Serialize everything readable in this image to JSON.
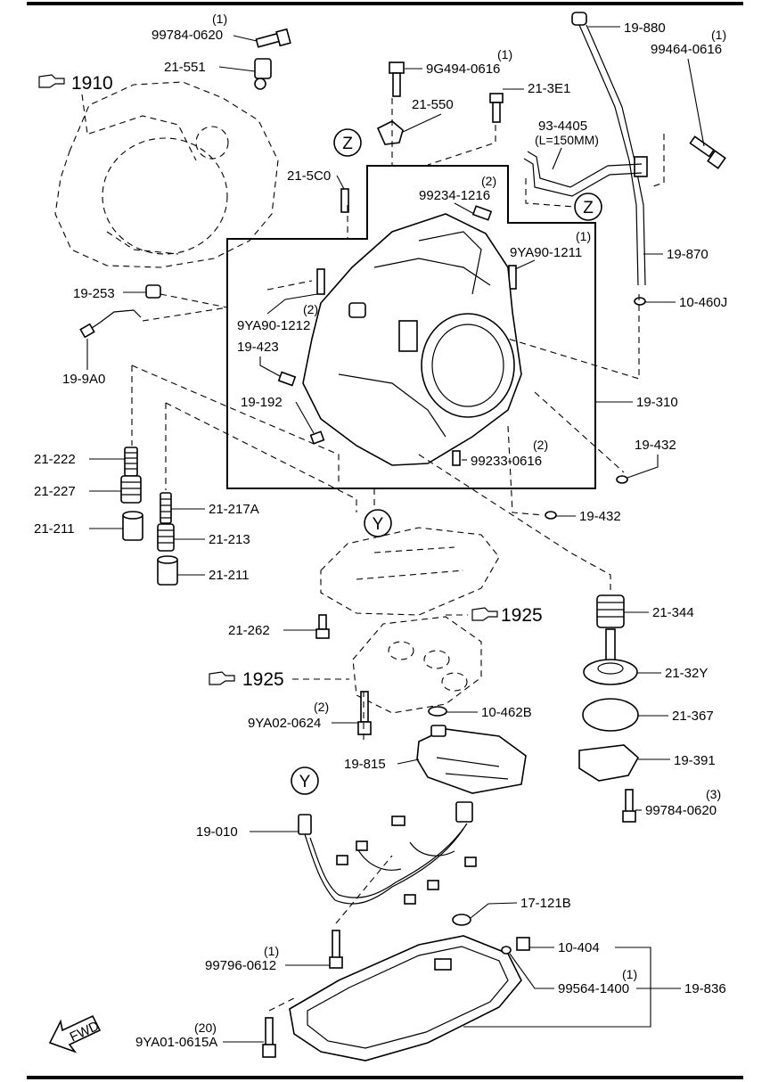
{
  "refs": {
    "r1910": "1910",
    "r1925a": "1925",
    "r1925b": "1925",
    "fwd": "FWD"
  },
  "markers": {
    "z": "Z",
    "y": "Y"
  },
  "parts": {
    "p99784_0620_top": {
      "code": "99784-0620",
      "qty": "(1)"
    },
    "p21_551": {
      "code": "21-551"
    },
    "p9G494": {
      "code": "9G494-0616",
      "qty": "(1)"
    },
    "p21_550": {
      "code": "21-550"
    },
    "p21_3E1": {
      "code": "21-3E1"
    },
    "p19_880": {
      "code": "19-880"
    },
    "p99464": {
      "code": "99464-0616",
      "qty": "(1)"
    },
    "p93_4405": {
      "code": "93-4405",
      "note": "(L=150MM)"
    },
    "p21_5C0": {
      "code": "21-5C0"
    },
    "p99234": {
      "code": "99234-1216",
      "qty": "(2)"
    },
    "p9YA90_1211": {
      "code": "9YA90-1211",
      "qty": "(1)"
    },
    "p19_870": {
      "code": "19-870"
    },
    "p10_460J": {
      "code": "10-460J"
    },
    "p19_253": {
      "code": "19-253"
    },
    "p9YA90_1212": {
      "code": "9YA90-1212",
      "qty": "(2)"
    },
    "p19_9A0": {
      "code": "19-9A0"
    },
    "p19_423": {
      "code": "19-423"
    },
    "p19_192": {
      "code": "19-192"
    },
    "p19_310": {
      "code": "19-310"
    },
    "p99233": {
      "code": "99233-0616",
      "qty": "(2)"
    },
    "p19_432a": {
      "code": "19-432"
    },
    "p19_432b": {
      "code": "19-432"
    },
    "p21_222": {
      "code": "21-222"
    },
    "p21_227": {
      "code": "21-227"
    },
    "p21_211a": {
      "code": "21-211"
    },
    "p21_217A": {
      "code": "21-217A"
    },
    "p21_213": {
      "code": "21-213"
    },
    "p21_211b": {
      "code": "21-211"
    },
    "p21_262": {
      "code": "21-262"
    },
    "p21_344": {
      "code": "21-344"
    },
    "p21_32Y": {
      "code": "21-32Y"
    },
    "p9YA02": {
      "code": "9YA02-0624",
      "qty": "(2)"
    },
    "p10_462B": {
      "code": "10-462B"
    },
    "p21_367": {
      "code": "21-367"
    },
    "p19_815": {
      "code": "19-815"
    },
    "p19_391": {
      "code": "19-391"
    },
    "p99784_0620_b": {
      "code": "99784-0620",
      "qty": "(3)"
    },
    "p19_010": {
      "code": "19-010"
    },
    "p17_121B": {
      "code": "17-121B"
    },
    "p10_404": {
      "code": "10-404"
    },
    "p99796": {
      "code": "99796-0612",
      "qty": "(1)"
    },
    "p99564": {
      "code": "99564-1400",
      "qty": "(1)"
    },
    "p19_836": {
      "code": "19-836"
    },
    "p9YA01": {
      "code": "9YA01-0615A",
      "qty": "(20)"
    }
  }
}
